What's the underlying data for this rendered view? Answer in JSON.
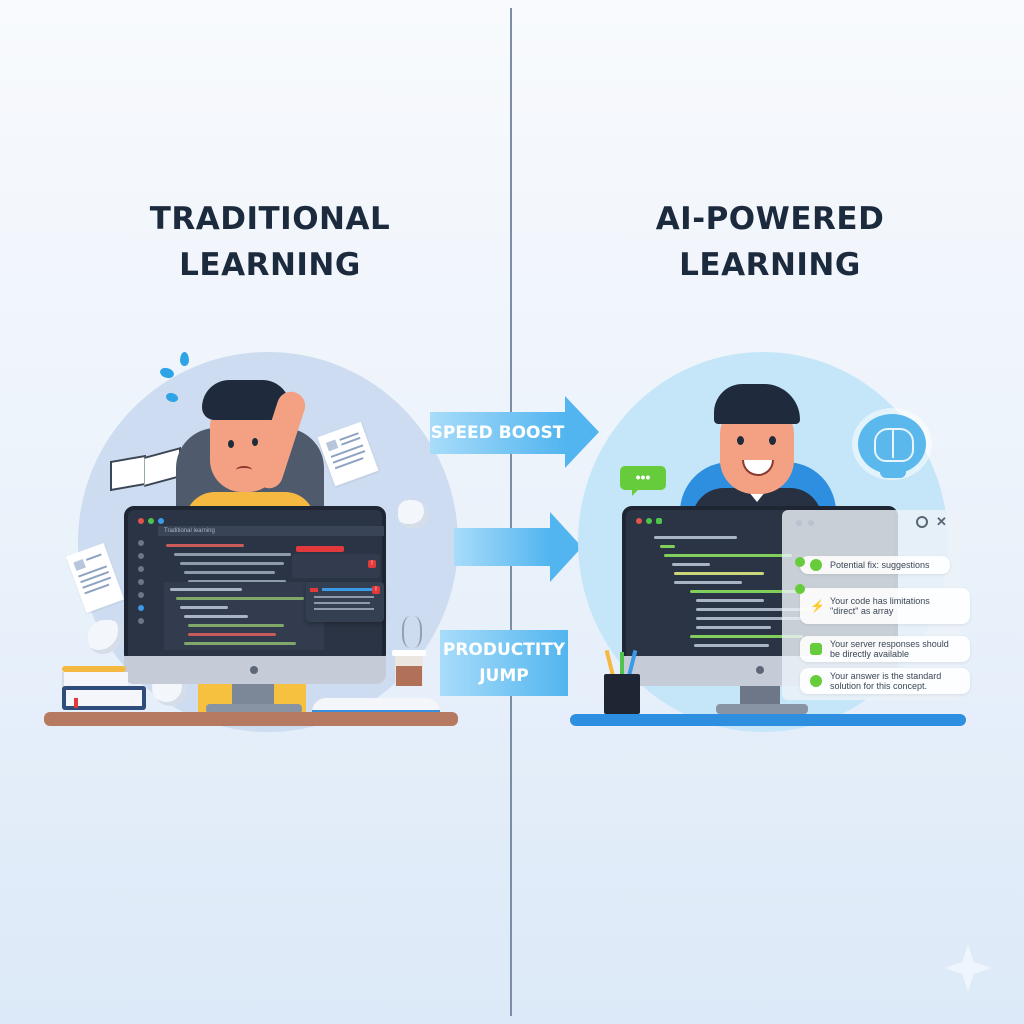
{
  "titles": {
    "left": {
      "line1": "TRADITIONAL",
      "line2": "LEARNING"
    },
    "right": {
      "line1": "AI-POWERED",
      "line2": "LEARNING"
    }
  },
  "arrows": [
    {
      "label": "SPEED BOOST"
    },
    {
      "label": ""
    },
    {
      "label_line1": "PRODUCTITY",
      "label_line2": "JUMP"
    }
  ],
  "left_scene": {
    "editor_tab": "Traditional learning",
    "error_badge": "!",
    "sidebar_icons": 7
  },
  "right_scene": {
    "chat_bubble": "•••",
    "assistant_panel": {
      "search_icon": "search-icon",
      "close_icon": "✕",
      "suggestions": [
        {
          "text": "Potential fix: suggestions"
        },
        {
          "text": "Your code has limitations \"direct\" as array"
        },
        {
          "text": "Your server responses should be directly available"
        },
        {
          "text": "Your answer is the standard solution for this concept."
        }
      ]
    }
  },
  "colors": {
    "accent_blue": "#52b5ef",
    "ai_green": "#67cc3b",
    "error_red": "#e23a3a",
    "title_dark": "#1c2a3d",
    "desk_wood": "#b67a62",
    "desk_blue": "#2e8fe0"
  }
}
